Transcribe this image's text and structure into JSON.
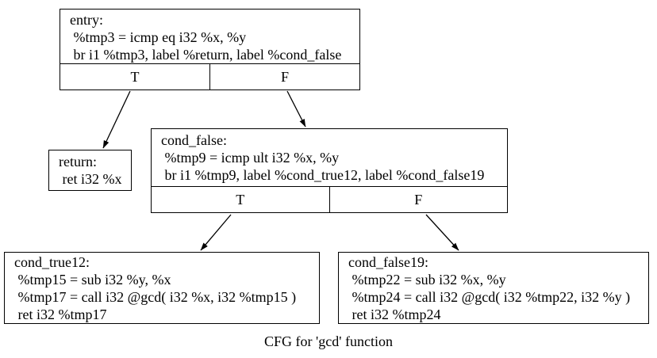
{
  "diagram": {
    "caption": "CFG for 'gcd' function",
    "colors": {
      "background": "#ffffff",
      "node_border": "#000000",
      "text": "#000000",
      "edge": "#000000"
    },
    "nodes": {
      "entry": {
        "title": "entry:",
        "lines": [
          " %tmp3 = icmp eq i32 %x, %y",
          " br i1 %tmp3, label %return, label %cond_false"
        ],
        "ports": {
          "T": "T",
          "F": "F"
        }
      },
      "return": {
        "title": "return:",
        "lines": [
          " ret i32 %x"
        ]
      },
      "cond_false": {
        "title": "cond_false:",
        "lines": [
          " %tmp9 = icmp ult i32 %x, %y",
          " br i1 %tmp9, label %cond_true12, label %cond_false19"
        ],
        "ports": {
          "T": "T",
          "F": "F"
        }
      },
      "cond_true12": {
        "title": "cond_true12:",
        "lines": [
          " %tmp15 = sub i32 %y, %x",
          " %tmp17 = call i32 @gcd( i32 %x, i32 %tmp15 )",
          " ret i32 %tmp17"
        ]
      },
      "cond_false19": {
        "title": "cond_false19:",
        "lines": [
          " %tmp22 = sub i32 %x, %y",
          " %tmp24 = call i32 @gcd( i32 %tmp22, i32 %y )",
          " ret i32 %tmp24"
        ]
      }
    },
    "edges": [
      {
        "from": "entry",
        "port": "T",
        "to": "return"
      },
      {
        "from": "entry",
        "port": "F",
        "to": "cond_false"
      },
      {
        "from": "cond_false",
        "port": "T",
        "to": "cond_true12"
      },
      {
        "from": "cond_false",
        "port": "F",
        "to": "cond_false19"
      }
    ]
  }
}
